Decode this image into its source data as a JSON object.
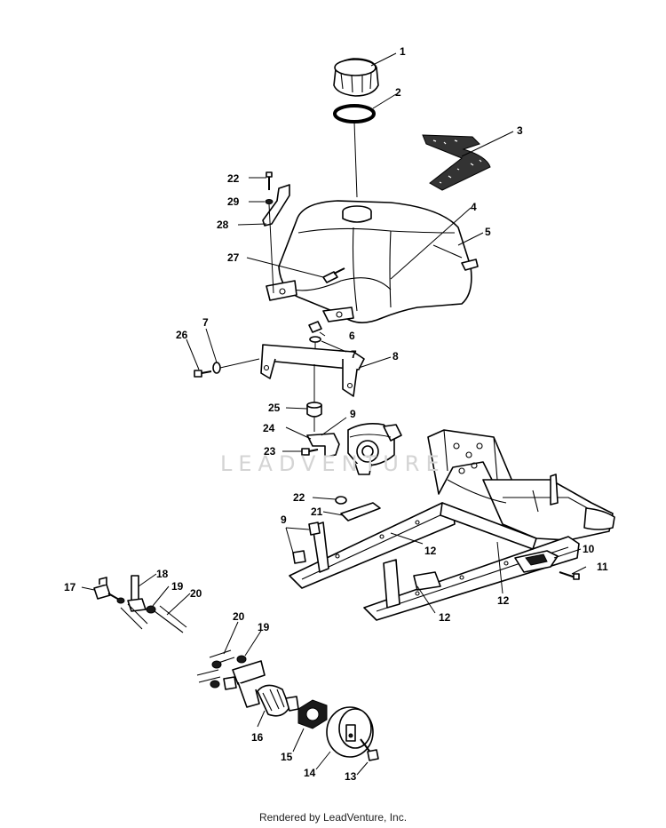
{
  "watermark": "LEADVENTURE",
  "footer": "Rendered by LeadVenture, Inc.",
  "callouts": {
    "c1": "1",
    "c2": "2",
    "c3": "3",
    "c4": "4",
    "c5": "5",
    "c6": "6",
    "c7a": "7",
    "c7b": "7",
    "c8": "8",
    "c9a": "9",
    "c9b": "9",
    "c10": "10",
    "c11": "11",
    "c12a": "12",
    "c12b": "12",
    "c12c": "12",
    "c13": "13",
    "c14": "14",
    "c15": "15",
    "c16": "16",
    "c17": "17",
    "c18": "18",
    "c19a": "19",
    "c19b": "19",
    "c20a": "20",
    "c20b": "20",
    "c21": "21",
    "c22a": "22",
    "c22b": "22",
    "c23": "23",
    "c24": "24",
    "c25": "25",
    "c26": "26",
    "c27": "27",
    "c28": "28",
    "c29": "29"
  }
}
